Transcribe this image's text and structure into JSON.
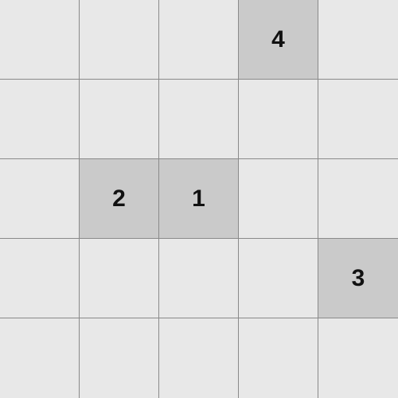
{
  "board": {
    "rows": 5,
    "cols": 5,
    "empty_color": "#e8e8e8",
    "filled_color": "#cacaca",
    "grid_line_color": "#8a8a8a",
    "cells": [
      [
        "",
        "",
        "",
        "4",
        ""
      ],
      [
        "",
        "",
        "",
        "",
        ""
      ],
      [
        "",
        "2",
        "1",
        "",
        ""
      ],
      [
        "",
        "",
        "",
        "",
        "3"
      ],
      [
        "",
        "",
        "",
        "",
        ""
      ]
    ]
  }
}
